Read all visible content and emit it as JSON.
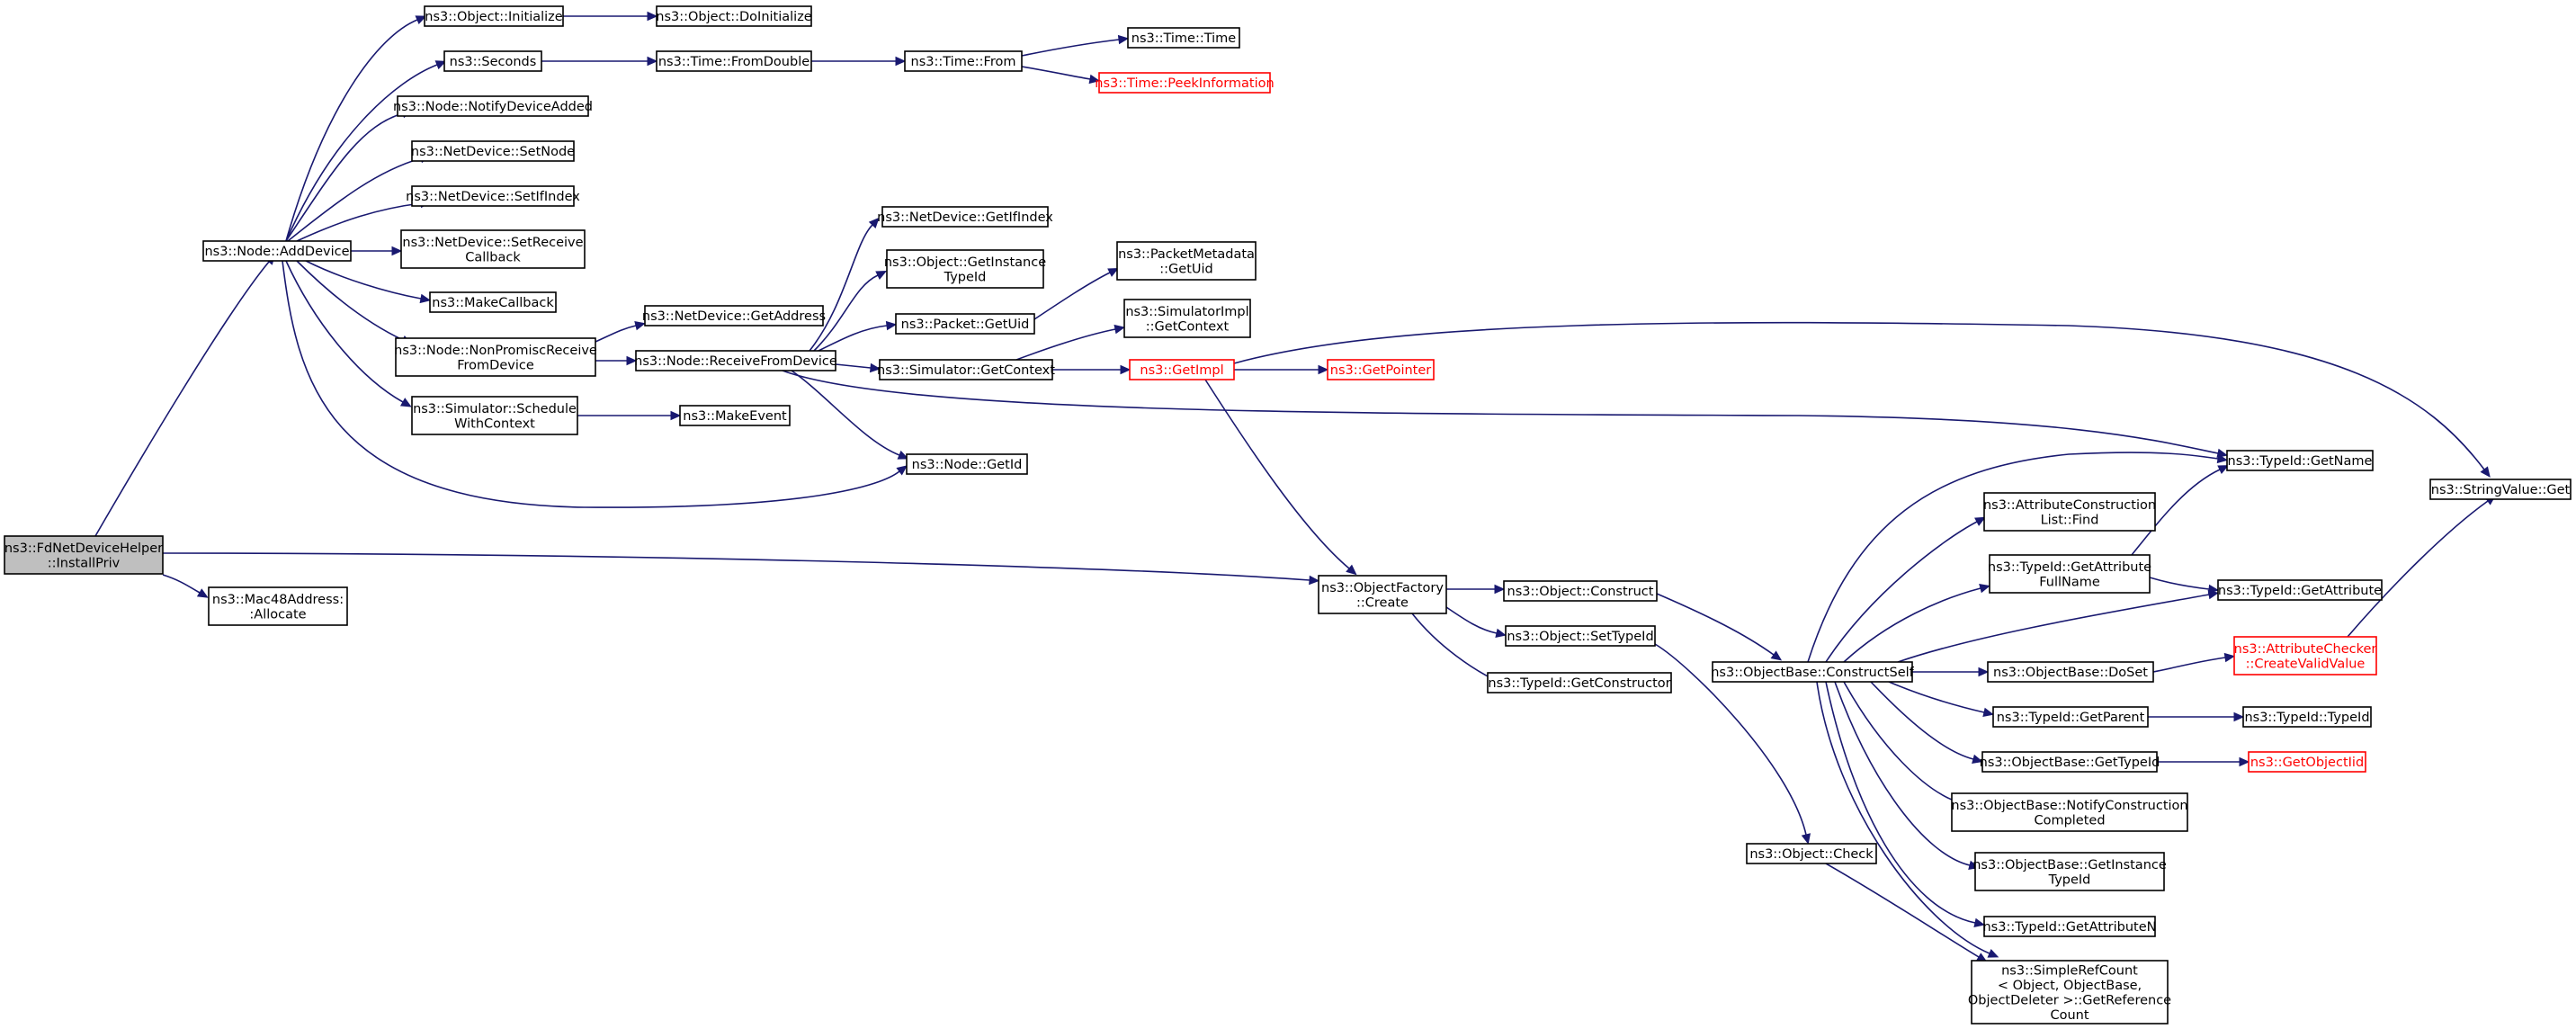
{
  "colors": {
    "edge": "#191970",
    "root_fill": "#bfbfbf",
    "truncated_border": "#ff0000",
    "node_border": "#000000"
  },
  "nodes": {
    "installpriv": {
      "lines": [
        "ns3::FdNetDeviceHelper",
        "::InstallPriv"
      ],
      "style": "root"
    },
    "adddevice": {
      "lines": [
        "ns3::Node::AddDevice"
      ]
    },
    "allocate": {
      "lines": [
        "ns3::Mac48Address:",
        ":Allocate"
      ]
    },
    "initialize": {
      "lines": [
        "ns3::Object::Initialize"
      ]
    },
    "seconds": {
      "lines": [
        "ns3::Seconds"
      ]
    },
    "notifydeviceadded": {
      "lines": [
        "ns3::Node::NotifyDeviceAdded"
      ]
    },
    "setnode": {
      "lines": [
        "ns3::NetDevice::SetNode"
      ]
    },
    "setifindex": {
      "lines": [
        "ns3::NetDevice::SetIfIndex"
      ]
    },
    "setreceivecallback": {
      "lines": [
        "ns3::NetDevice::SetReceive",
        "Callback"
      ]
    },
    "makecallback": {
      "lines": [
        "ns3::MakeCallback"
      ]
    },
    "nonpromisc": {
      "lines": [
        "ns3::Node::NonPromiscReceive",
        "FromDevice"
      ]
    },
    "schedulewithcontext": {
      "lines": [
        "ns3::Simulator::Schedule",
        "WithContext"
      ]
    },
    "doinitialize": {
      "lines": [
        "ns3::Object::DoInitialize"
      ]
    },
    "fromdouble": {
      "lines": [
        "ns3::Time::FromDouble"
      ]
    },
    "getaddress": {
      "lines": [
        "ns3::NetDevice::GetAddress"
      ]
    },
    "receivefromdevice": {
      "lines": [
        "ns3::Node::ReceiveFromDevice"
      ]
    },
    "makeevent": {
      "lines": [
        "ns3::MakeEvent"
      ]
    },
    "timefrom": {
      "lines": [
        "ns3::Time::From"
      ]
    },
    "getifindex": {
      "lines": [
        "ns3::NetDevice::GetIfIndex"
      ]
    },
    "getinstancetypeid": {
      "lines": [
        "ns3::Object::GetInstance",
        "TypeId"
      ]
    },
    "packetgetuid": {
      "lines": [
        "ns3::Packet::GetUid"
      ]
    },
    "simgetcontext": {
      "lines": [
        "ns3::Simulator::GetContext"
      ]
    },
    "nodegetid": {
      "lines": [
        "ns3::Node::GetId"
      ]
    },
    "timetime": {
      "lines": [
        "ns3::Time::Time"
      ]
    },
    "peekinformation": {
      "lines": [
        "ns3::Time::PeekInformation"
      ],
      "style": "trunc"
    },
    "metadatagetuid": {
      "lines": [
        "ns3::PacketMetadata",
        "::GetUid"
      ]
    },
    "simimplgetcontext": {
      "lines": [
        "ns3::SimulatorImpl",
        "::GetContext"
      ]
    },
    "getimpl": {
      "lines": [
        "ns3::GetImpl"
      ],
      "style": "trunc"
    },
    "getpointer": {
      "lines": [
        "ns3::GetPointer"
      ],
      "style": "trunc"
    },
    "factorycreate": {
      "lines": [
        "ns3::ObjectFactory",
        "::Create"
      ]
    },
    "objconstruct": {
      "lines": [
        "ns3::Object::Construct"
      ]
    },
    "settypeid": {
      "lines": [
        "ns3::Object::SetTypeId"
      ]
    },
    "getconstructor": {
      "lines": [
        "ns3::TypeId::GetConstructor"
      ]
    },
    "objcheck": {
      "lines": [
        "ns3::Object::Check"
      ]
    },
    "constructself": {
      "lines": [
        "ns3::ObjectBase::ConstructSelf"
      ]
    },
    "attrlistfind": {
      "lines": [
        "ns3::AttributeConstruction",
        "List::Find"
      ]
    },
    "getattrfullname": {
      "lines": [
        "ns3::TypeId::GetAttribute",
        "FullName"
      ]
    },
    "typeidgetname": {
      "lines": [
        "ns3::TypeId::GetName"
      ]
    },
    "typeidgetattribute": {
      "lines": [
        "ns3::TypeId::GetAttribute"
      ]
    },
    "doset": {
      "lines": [
        "ns3::ObjectBase::DoSet"
      ]
    },
    "getparent": {
      "lines": [
        "ns3::TypeId::GetParent"
      ]
    },
    "objbasegettypeid": {
      "lines": [
        "ns3::ObjectBase::GetTypeId"
      ]
    },
    "notifyconstruction": {
      "lines": [
        "ns3::ObjectBase::NotifyConstruction",
        "Completed"
      ]
    },
    "objbasegetinstance": {
      "lines": [
        "ns3::ObjectBase::GetInstance",
        "TypeId"
      ]
    },
    "getattributen": {
      "lines": [
        "ns3::TypeId::GetAttributeN"
      ]
    },
    "simplerefcount": {
      "lines": [
        "ns3::SimpleRefCount",
        "< Object, ObjectBase,",
        "ObjectDeleter >::GetReference",
        "Count"
      ]
    },
    "createvalidvalue": {
      "lines": [
        "ns3::AttributeChecker",
        "::CreateValidValue"
      ],
      "style": "trunc"
    },
    "typeidtypeid": {
      "lines": [
        "ns3::TypeId::TypeId"
      ]
    },
    "getobjectiid": {
      "lines": [
        "ns3::GetObjectIid"
      ],
      "style": "trunc"
    },
    "stringvalueget": {
      "lines": [
        "ns3::StringValue::Get"
      ]
    }
  }
}
